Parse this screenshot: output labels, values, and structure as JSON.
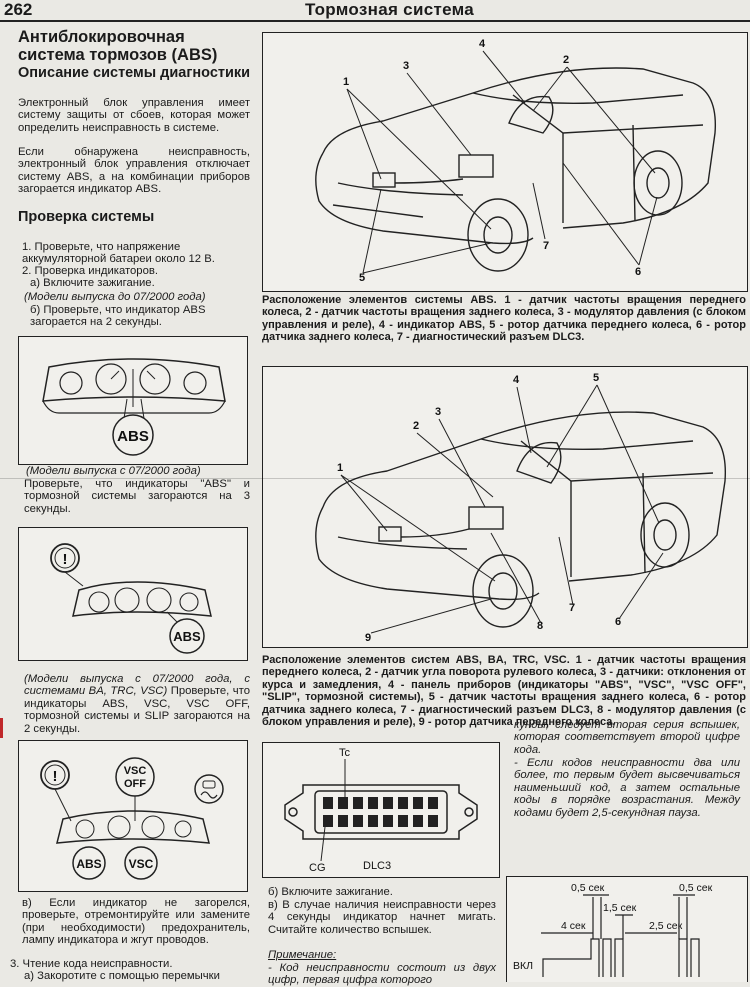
{
  "header": {
    "page_number": "262",
    "section_title": "Тормозная система"
  },
  "left": {
    "title": "Антиблокировочная система тормозов (ABS)",
    "sub1": "Описание системы диагностики",
    "para1": "Электронный блок управления имеет систему защиты от сбоев, которая может определить неисправность в системе.",
    "para2": "Если обнаружена неисправность, электронный блок управления отключает систему ABS, а на комбинации приборов загорается индикатор ABS.",
    "sub2": "Проверка системы",
    "step1": "1. Проверьте, что напряжение аккумуляторной батареи около 12 В.",
    "step2": "2. Проверка индикаторов.",
    "step2a": "а) Включите зажигание.",
    "model1": "(Модели выпуска до 07/2000 года)",
    "step2b": "б) Проверьте, что индикатор ABS загорается на 2 секунды.",
    "model2": "(Модели выпуска с 07/2000 года)",
    "check2": "Проверьте, что индикаторы \"ABS\" и тормозной системы загораются на 3 секунды.",
    "model3": "(Модели выпуска с 07/2000 года, с системами BA, TRC, VSC)",
    "check3": " Проверьте, что индикаторы ABS, VSC, VSC OFF, тормозной системы и SLIP загораются на 2 секунды.",
    "stepv": "в) Если индикатор не загорелся, проверьте, отремонтируйте или замените (при необходимости) предохранитель, лампу индикатора и жгут проводов.",
    "step3": "3. Чтение кода неисправности.",
    "step3a": "а) Закоротите с помощью перемычки"
  },
  "icons": {
    "abs": "ABS",
    "vsc": "VSC",
    "vsc_off_1": "VSC",
    "vsc_off_2": "OFF",
    "warn": "!"
  },
  "fig1": {
    "labels": [
      "1",
      "2",
      "3",
      "4",
      "5",
      "6",
      "7"
    ],
    "caption": "Расположение элементов системы ABS. 1 - датчик частоты вращения переднего колеса, 2 - датчик частоты вращения заднего колеса, 3 - модулятор давления (с блоком управления и реле), 4 - индикатор ABS, 5 - ротор датчика переднего колеса, 6 - ротор датчика заднего колеса, 7 - диагностический разъем DLC3."
  },
  "fig2": {
    "labels": [
      "1",
      "2",
      "3",
      "4",
      "5",
      "6",
      "7",
      "8",
      "9"
    ],
    "caption": "Расположение элементов систем ABS, BA, TRC, VSC. 1 - датчик частоты вращения переднего колеса, 2 - датчик угла поворота рулевого колеса, 3 - датчики: отклонения от курса и замедления, 4 - панель приборов (индикаторы \"ABS\", \"VSC\", \"VSC OFF\", \"SLIP\", тормозной системы), 5 - датчик частоты вращения заднего колеса, 6 - ротор датчика заднего колеса, 7 - диагностический разъем DLC3, 8 - модулятор давления (с блоком управления и реле), 9 - ротор датчика переднего колеса."
  },
  "dlc": {
    "tc": "Tc",
    "cg": "CG",
    "name": "DLC3"
  },
  "middle": {
    "step5": "б) Включите зажигание.",
    "step_v": "в) В случае наличия неисправности через 4 секунды индикатор начнет мигать. Считайте количество вспышек.",
    "note_title": "Примечание:",
    "note": "- Код неисправности состоит из двух цифр, первая цифра которого"
  },
  "right": {
    "text1": "кунды, следует вторая серия вспышек, которая соответствует второй цифре кода.",
    "text2": "- Если кодов неисправности два или более, то первым будет высвечиваться наименьший код, а затем остальные коды в порядке возрастания. Между кодами будет 2,5-секундная пауза."
  },
  "timing": {
    "t1": "0,5 сек",
    "t2": "0,5 сек",
    "t3": "1,5 сек",
    "t4": "4 сек",
    "t5": "2,5 сек",
    "on": "ВКЛ"
  }
}
